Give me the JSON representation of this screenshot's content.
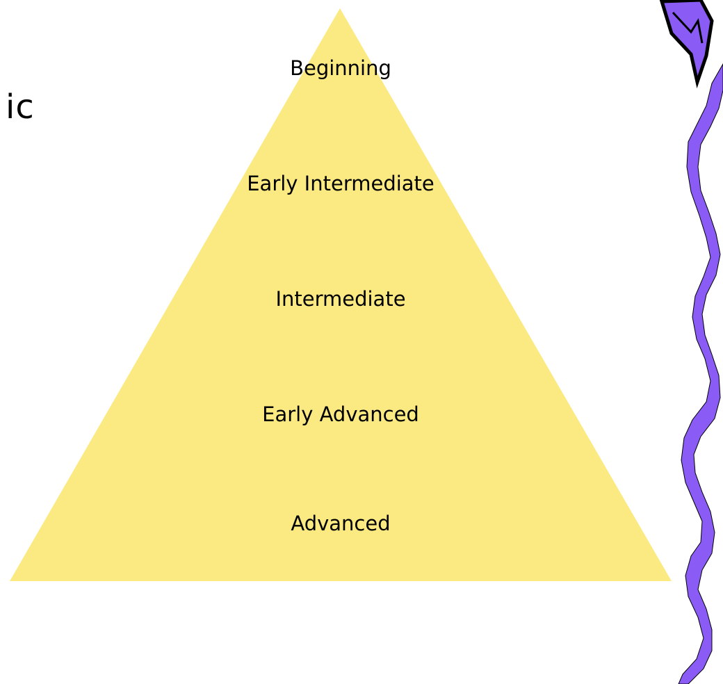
{
  "slide": {
    "partial_title": "ic",
    "pyramid": {
      "fill_color": "#fbe982",
      "levels": [
        "Beginning",
        "Early Intermediate",
        "Intermediate",
        "Early Advanced",
        "Advanced"
      ]
    },
    "decoration": {
      "name": "purple-lightning-bolt",
      "fill_color": "#8a5cf5",
      "stroke_color": "#000000"
    }
  }
}
